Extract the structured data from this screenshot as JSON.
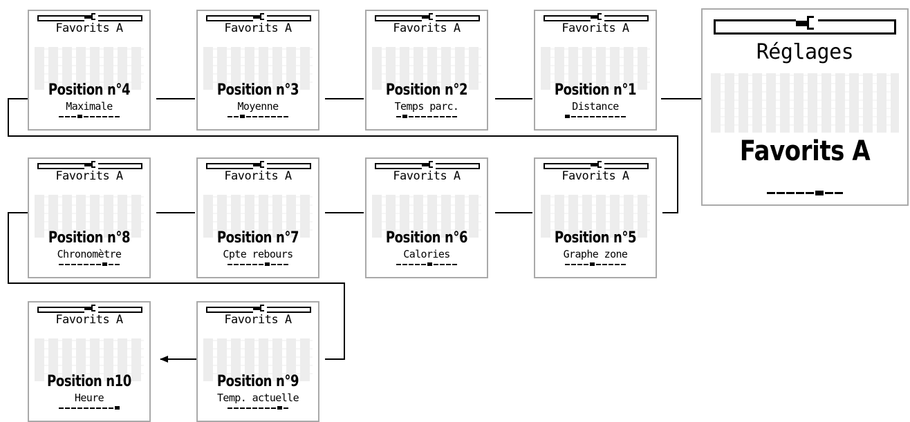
{
  "settings_screen": {
    "title": "Réglages",
    "heading": "Favorits A",
    "dashes": {
      "count": 8,
      "active": 5
    }
  },
  "screens": [
    {
      "menu": "Favorits A",
      "position": "Position n°4",
      "label": "Maximale",
      "dashes": {
        "count": 10,
        "active": 3
      }
    },
    {
      "menu": "Favorits A",
      "position": "Position n°3",
      "label": "Moyenne",
      "dashes": {
        "count": 10,
        "active": 2
      }
    },
    {
      "menu": "Favorits A",
      "position": "Position n°2",
      "label": "Temps parc.",
      "dashes": {
        "count": 10,
        "active": 1
      }
    },
    {
      "menu": "Favorits A",
      "position": "Position n°1",
      "label": "Distance",
      "dashes": {
        "count": 10,
        "active": 0
      }
    },
    {
      "menu": "Favorits A",
      "position": "Position n°8",
      "label": "Chronomètre",
      "dashes": {
        "count": 10,
        "active": 7
      }
    },
    {
      "menu": "Favorits A",
      "position": "Position n°7",
      "label": "Cpte rebours",
      "dashes": {
        "count": 10,
        "active": 6
      }
    },
    {
      "menu": "Favorits A",
      "position": "Position n°6",
      "label": "Calories",
      "dashes": {
        "count": 10,
        "active": 5
      }
    },
    {
      "menu": "Favorits A",
      "position": "Position n°5",
      "label": "Graphe zone",
      "dashes": {
        "count": 10,
        "active": 4
      }
    },
    {
      "menu": "Favorits A",
      "position": "Position n10",
      "label": "Heure",
      "dashes": {
        "count": 10,
        "active": 9
      }
    },
    {
      "menu": "Favorits A",
      "position": "Position n°9",
      "label": "Temp. actuelle",
      "dashes": {
        "count": 10,
        "active": 8
      }
    }
  ]
}
